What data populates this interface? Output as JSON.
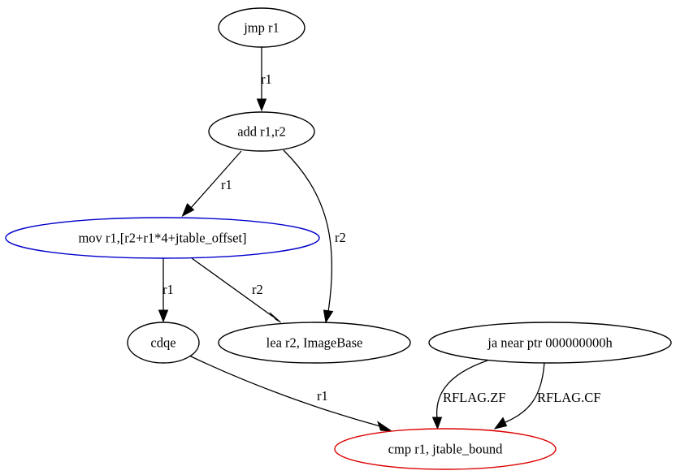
{
  "nodes": {
    "jmp": {
      "label": "jmp r1",
      "color": "#000000"
    },
    "add": {
      "label": "add r1,r2",
      "color": "#000000"
    },
    "mov": {
      "label": "mov r1,[r2+r1*4+jtable_offset]",
      "color": "#0000cc"
    },
    "cdqe": {
      "label": "cdqe",
      "color": "#000000"
    },
    "lea": {
      "label": "lea r2, ImageBase",
      "color": "#000000"
    },
    "ja": {
      "label": "ja near ptr 000000000h",
      "color": "#000000"
    },
    "cmp": {
      "label": "cmp r1, jtable_bound",
      "color": "#dd0000"
    }
  },
  "edges": [
    {
      "from": "jmp",
      "to": "add",
      "label": "r1"
    },
    {
      "from": "add",
      "to": "mov",
      "label": "r1"
    },
    {
      "from": "add",
      "to": "lea",
      "label": "r2"
    },
    {
      "from": "mov",
      "to": "cdqe",
      "label": "r1"
    },
    {
      "from": "mov",
      "to": "lea",
      "label": "r2"
    },
    {
      "from": "cdqe",
      "to": "cmp",
      "label": "r1"
    },
    {
      "from": "ja",
      "to": "cmp",
      "label": "RFLAG.ZF"
    },
    {
      "from": "ja",
      "to": "cmp",
      "label": "RFLAG.CF"
    }
  ]
}
